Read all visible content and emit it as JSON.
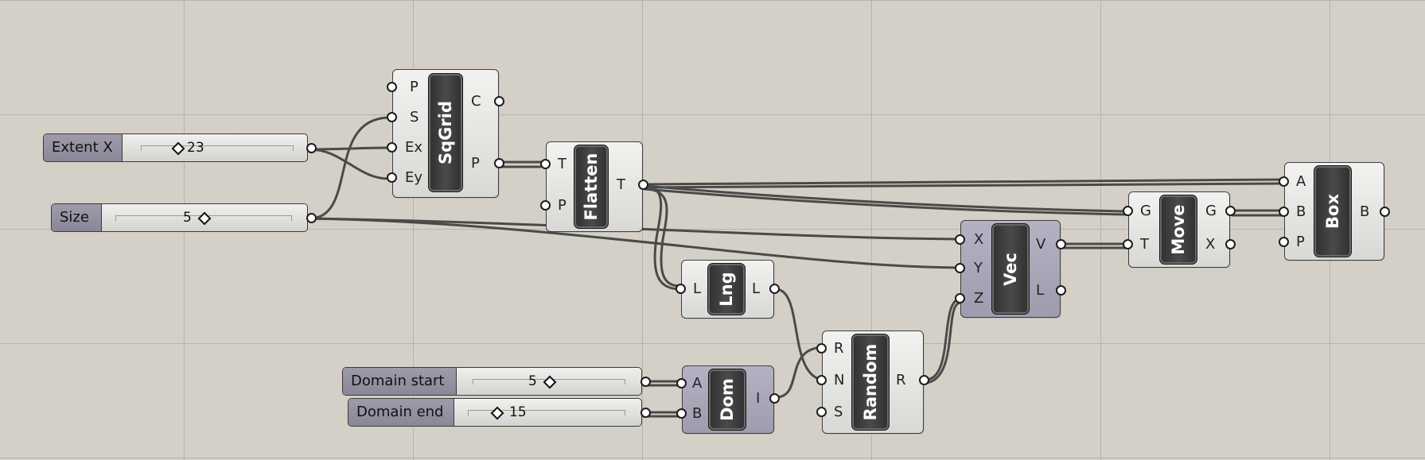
{
  "sliders": {
    "extent_x": {
      "label": "Extent X",
      "value": "23"
    },
    "size": {
      "label": "Size",
      "value": "5"
    },
    "domain_start": {
      "label": "Domain start",
      "value": "5"
    },
    "domain_end": {
      "label": "Domain end",
      "value": "15"
    }
  },
  "components": {
    "sqgrid": {
      "name": "SqGrid",
      "inputs": [
        "P",
        "S",
        "Ex",
        "Ey"
      ],
      "outputs": [
        "C",
        "P"
      ]
    },
    "flatten": {
      "name": "Flatten",
      "inputs": [
        "T",
        "P"
      ],
      "outputs": [
        "T"
      ]
    },
    "lng": {
      "name": "Lng",
      "inputs": [
        "L"
      ],
      "outputs": [
        "L"
      ]
    },
    "dom": {
      "name": "Dom",
      "inputs": [
        "A",
        "B"
      ],
      "outputs": [
        "I"
      ]
    },
    "random": {
      "name": "Random",
      "inputs": [
        "R",
        "N",
        "S"
      ],
      "outputs": [
        "R"
      ]
    },
    "vec": {
      "name": "Vec",
      "inputs": [
        "X",
        "Y",
        "Z"
      ],
      "outputs": [
        "V",
        "L"
      ]
    },
    "move": {
      "name": "Move",
      "inputs": [
        "G",
        "T"
      ],
      "outputs": [
        "G",
        "X"
      ]
    },
    "box": {
      "name": "Box",
      "inputs": [
        "A",
        "B",
        "P"
      ],
      "outputs": [
        "B"
      ]
    }
  },
  "colors": {
    "canvas": "#d4d0c8",
    "wire": "#4a4a48",
    "component_dark": "#9e9bae"
  }
}
